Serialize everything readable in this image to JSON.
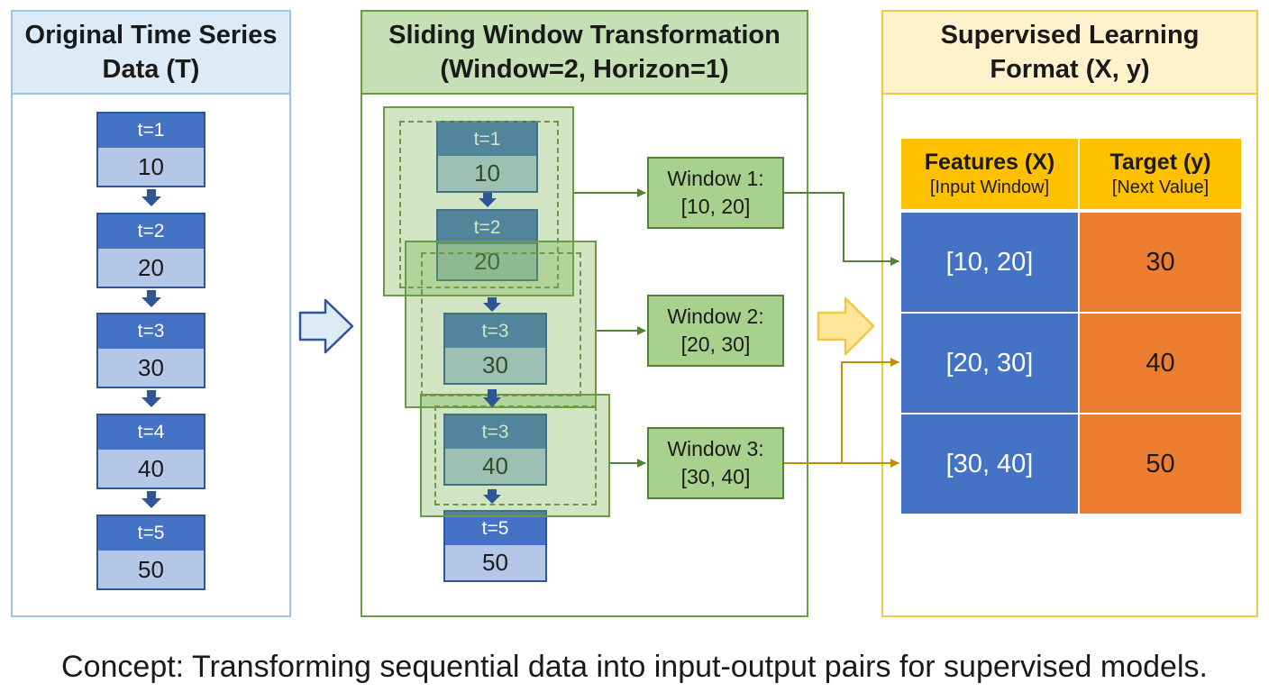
{
  "panels": {
    "original": {
      "title_line1": "Original Time Series",
      "title_line2": "Data (T)"
    },
    "sliding": {
      "title_line1": "Sliding Window Transformation",
      "title_line2": "(Window=2, Horizon=1)"
    },
    "supervised": {
      "title_line1": "Supervised Learning",
      "title_line2": "Format (X, y)"
    }
  },
  "series": [
    {
      "label": "t=1",
      "value": "10"
    },
    {
      "label": "t=2",
      "value": "20"
    },
    {
      "label": "t=3",
      "value": "30"
    },
    {
      "label": "t=4",
      "value": "40"
    },
    {
      "label": "t=5",
      "value": "50"
    }
  ],
  "sliding_boxes": [
    {
      "label": "t=1",
      "value": "10"
    },
    {
      "label": "t=2",
      "value": "20"
    },
    {
      "label": "t=3",
      "value": "30"
    },
    {
      "label": "t=3",
      "value": "40"
    },
    {
      "label": "t=5",
      "value": "50"
    }
  ],
  "windows": [
    {
      "line1": "Window 1:",
      "line2": "[10, 20]"
    },
    {
      "line1": "Window 2:",
      "line2": "[20, 30]"
    },
    {
      "line1": "Window 3:",
      "line2": "[30, 40]"
    }
  ],
  "table": {
    "features_header": "Features (X)",
    "features_sub": "[Input Window]",
    "target_header": "Target (y)",
    "target_sub": "[Next Value]",
    "rows": [
      {
        "features": "[10, 20]",
        "target": "30"
      },
      {
        "features": "[20, 30]",
        "target": "40"
      },
      {
        "features": "[30, 40]",
        "target": "50"
      }
    ]
  },
  "caption": "Concept: Transforming sequential data into input-output pairs for supervised models.",
  "colors": {
    "blue_dark": "#4472c4",
    "blue_light": "#b4c7e7",
    "green": "#70ad47",
    "gold": "#ffc000",
    "orange": "#ed7d31"
  }
}
